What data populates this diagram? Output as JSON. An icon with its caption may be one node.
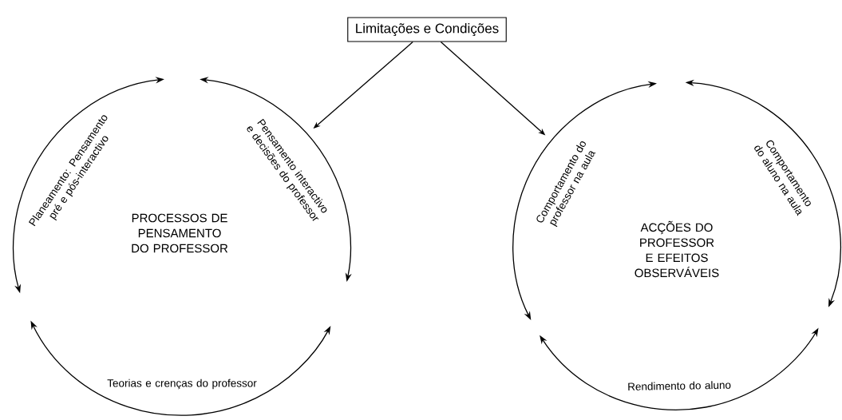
{
  "diagram": {
    "nodes": [
      {
        "text": [
          "Limitações e Condições"
        ]
      },
      {
        "text": [],
        "shape": "circle"
      },
      {
        "text": [
          "PROCESSOS DE PENSAMENTO DO PROFESSOR"
        ],
        "in": 1
      },
      {
        "text": [],
        "shape": "circle"
      },
      {
        "text": [
          "ACÇÕES DO PROFESSOR E EFEITOS OBSERVÁVEIS"
        ],
        "in": 3
      }
    ],
    "edges": [
      {
        "from": 0,
        "to": 1,
        "arrow": "to"
      },
      {
        "from": 0,
        "to": 3,
        "arrow": "to"
      }
    ],
    "labels": [
      "Planeamento: Pensamento pré e pós-interactivo",
      "Pensamento interactivo e decisões do professor",
      "Teorias e crenças do professor",
      "Comportamento do professor na aula",
      "Comportamento do aluno na aula",
      "Rendimento do aluno"
    ]
  }
}
